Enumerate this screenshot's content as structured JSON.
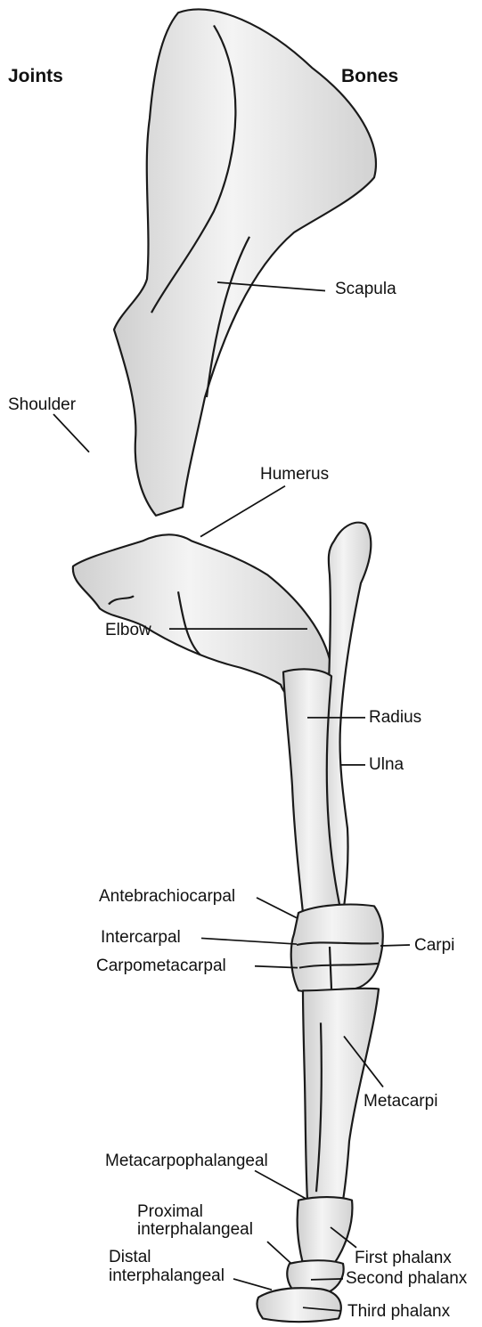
{
  "headers": {
    "joints": "Joints",
    "bones": "Bones"
  },
  "joints": {
    "shoulder": "Shoulder",
    "elbow": "Elbow",
    "antebrachiocarpal": "Antebrachiocarpal",
    "intercarpal": "Intercarpal",
    "carpometacarpal": "Carpometacarpal",
    "metacarpophalangeal": "Metacarpophalangeal",
    "proximal_interphalangeal_1": "Proximal",
    "proximal_interphalangeal_2": "interphalangeal",
    "distal_interphalangeal_1": "Distal",
    "distal_interphalangeal_2": "interphalangeal"
  },
  "bones": {
    "scapula": "Scapula",
    "humerus": "Humerus",
    "radius": "Radius",
    "ulna": "Ulna",
    "carpi": "Carpi",
    "metacarpi": "Metacarpi",
    "first_phalanx": "First phalanx",
    "second_phalanx": "Second phalanx",
    "third_phalanx": "Third phalanx"
  },
  "colors": {
    "bone_fill": "#e6e6e6",
    "bone_stroke": "#1a1a1a",
    "text": "#111111"
  }
}
